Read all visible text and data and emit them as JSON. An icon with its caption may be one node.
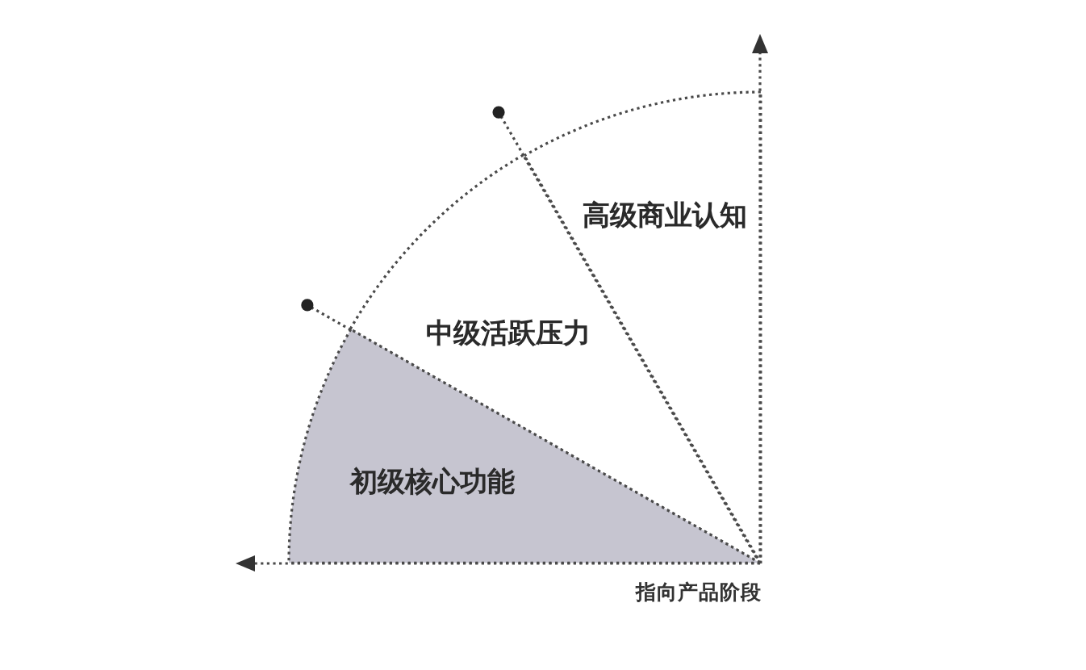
{
  "diagram": {
    "nodes": [
      {
        "text": [
          "高级商业认知"
        ]
      },
      {
        "text": [
          "中级活跃压力"
        ]
      },
      {
        "text": [
          "初级核心功能"
        ]
      }
    ],
    "labels": [
      "指向产品阶段"
    ]
  }
}
